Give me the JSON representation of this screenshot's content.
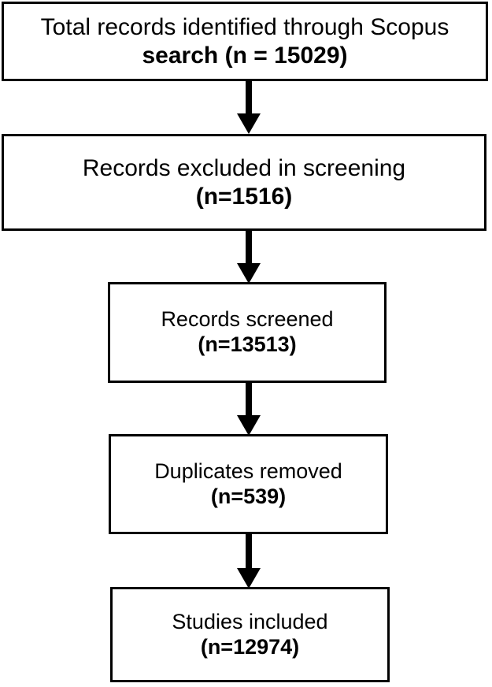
{
  "diagram": {
    "title": "PRISMA study selection flow diagram",
    "type": "flowchart",
    "orientation": "top-to-bottom",
    "colors": {
      "box_border": "#000000",
      "box_fill": "#ffffff",
      "arrow": "#000000",
      "text": "#000000"
    },
    "nodes": [
      {
        "id": "total-records-identified",
        "line1": "Total records identified through Scopus",
        "line2": "search (n = 15029)",
        "count": 15029
      },
      {
        "id": "records-excluded-in-screening",
        "line1": "Records excluded in screening",
        "line2": "(n=1516)",
        "count": 1516
      },
      {
        "id": "records-screened",
        "line1": "Records screened",
        "line2": "(n=13513)",
        "count": 13513
      },
      {
        "id": "duplicates-removed",
        "line1": "Duplicates removed",
        "line2": "(n=539)",
        "count": 539
      },
      {
        "id": "studies-included",
        "line1": "Studies included",
        "line2": "(n=12974)",
        "count": 12974
      }
    ],
    "connectors": [
      {
        "id": "connector-1",
        "from": "total-records-identified",
        "to": "records-excluded-in-screening",
        "icon": "down-arrow-icon"
      },
      {
        "id": "connector-2",
        "from": "records-excluded-in-screening",
        "to": "records-screened",
        "icon": "down-arrow-icon"
      },
      {
        "id": "connector-3",
        "from": "records-screened",
        "to": "duplicates-removed",
        "icon": "down-arrow-icon"
      },
      {
        "id": "connector-4",
        "from": "duplicates-removed",
        "to": "studies-included",
        "icon": "down-arrow-icon"
      }
    ]
  }
}
